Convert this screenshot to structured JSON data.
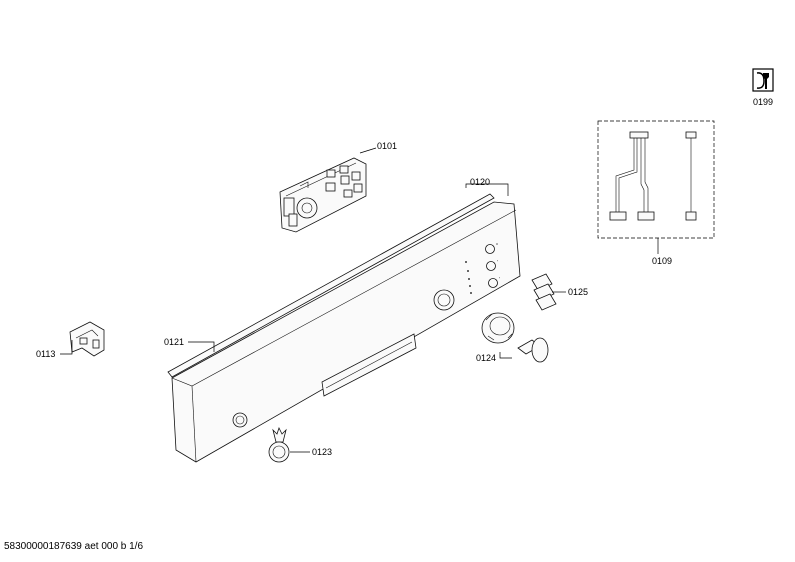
{
  "labels": {
    "p0101": "0101",
    "p0120": "0120",
    "p0121": "0121",
    "p0113": "0113",
    "p0123": "0123",
    "p0124": "0124",
    "p0125": "0125",
    "p0109": "0109",
    "p0199": "0199"
  },
  "footer": "58300000187639 aet 000 b 1/6",
  "icon_names": [
    "service-manual-icon"
  ]
}
